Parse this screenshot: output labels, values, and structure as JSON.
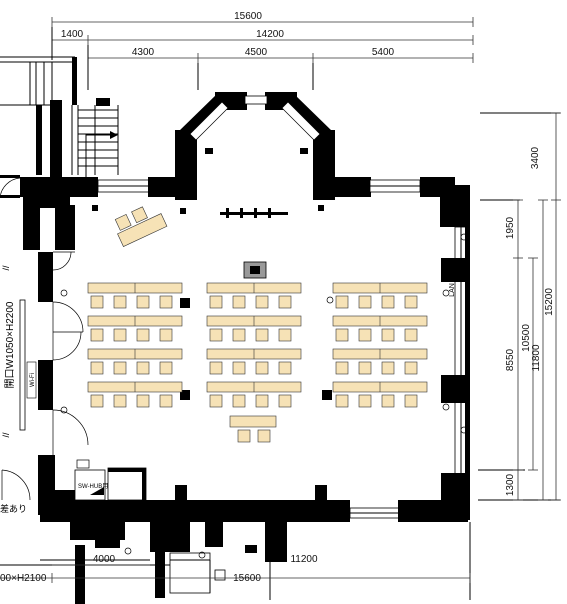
{
  "dimensions": {
    "top_total": "15600",
    "top_left": "1400",
    "top_right": "14200",
    "seg1": "4300",
    "seg2": "4500",
    "seg3": "5400",
    "right_top": "3400",
    "right_1950": "1950",
    "right_8550": "8550",
    "right_10500": "10500",
    "right_11800": "11800",
    "right_15200": "15200",
    "right_1300": "1300",
    "bottom_4000": "4000",
    "bottom_11200": "11200",
    "bottom_15600": "15600"
  },
  "labels": {
    "door_size_left": "開口W1050×H2200",
    "door_size_bottom": "00×H2100",
    "wifi": "Wi-Fi",
    "lan": "LAN",
    "hub": "SW-HUB用",
    "step": "差あり",
    "mark": "//"
  }
}
